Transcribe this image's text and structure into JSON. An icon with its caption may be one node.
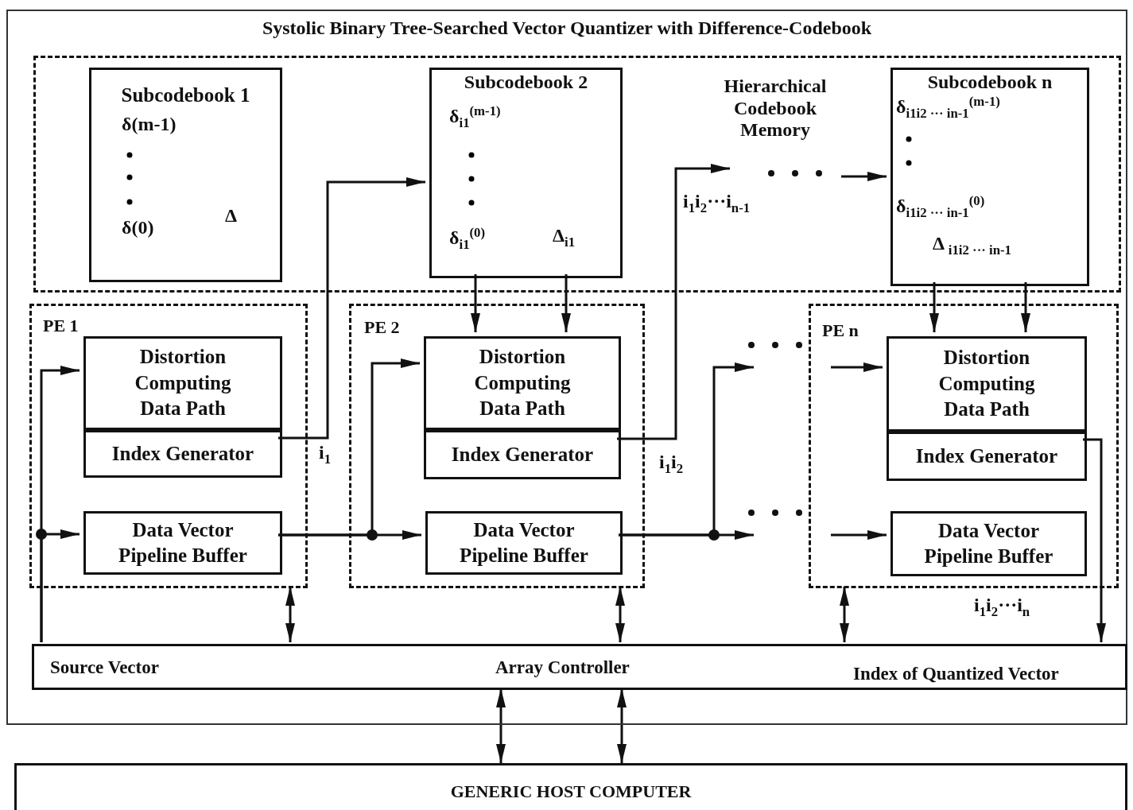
{
  "diagram": {
    "nodes": [
      {
        "text": [
          "Systolic Binary Tree-Searched Vector Quantizer with Difference-Codebook"
        ]
      },
      {
        "text": [
          "Hierarchical Codebook Memory"
        ],
        "in": 0
      },
      {
        "text": [
          "Subcodebook 1",
          "δ(m-1)",
          "δ(0)",
          "Δ"
        ],
        "in": 1
      },
      {
        "text": [
          "Subcodebook 2",
          "δ$_{i1}$$^{(m-1)}$",
          "δ$_{i1}$$^{(0)}$",
          "Δ$_{i1}$"
        ],
        "in": 1
      },
      {
        "text": [
          "Subcodebook n",
          "δ$_{i1i2 ··· in-1}$$^{(m-1)}$",
          "δ$_{i1i2 ··· in-1}$$^{(0)}$",
          "Δ $_{i1i2 ··· in-1}$"
        ],
        "in": 1
      },
      {
        "text": [
          "PE 1"
        ],
        "in": 0
      },
      {
        "text": [
          "Distortion Computing Data Path"
        ],
        "in": 5
      },
      {
        "text": [
          "Index Generator"
        ],
        "in": 5
      },
      {
        "text": [
          "Data Vector Pipeline Buffer"
        ],
        "in": 5
      },
      {
        "text": [
          "PE 2"
        ],
        "in": 0
      },
      {
        "text": [
          "Distortion Computing Data Path"
        ],
        "in": 9
      },
      {
        "text": [
          "Index Generator"
        ],
        "in": 9
      },
      {
        "text": [
          "Data Vector Pipeline Buffer"
        ],
        "in": 9
      },
      {
        "text": [
          "PE n"
        ],
        "in": 0
      },
      {
        "text": [
          "Distortion Computing Data Path"
        ],
        "in": 13
      },
      {
        "text": [
          "Index Generator"
        ],
        "in": 13
      },
      {
        "text": [
          "Data Vector Pipeline Buffer"
        ],
        "in": 13
      },
      {
        "text": [
          "Source Vector",
          "Array Controller",
          "Index of Quantized Vector"
        ],
        "in": 0
      },
      {
        "text": [
          "GENERIC HOST COMPUTER"
        ]
      }
    ],
    "edges": [
      {
        "from": 17,
        "to": 6,
        "arrow": "to"
      },
      {
        "from": 17,
        "to": 8,
        "arrow": "to"
      },
      {
        "from": 7,
        "to": 3,
        "arrow": "to",
        "label": "i$_{1}$"
      },
      {
        "from": 8,
        "to": 10,
        "arrow": "to"
      },
      {
        "from": 8,
        "to": 12,
        "arrow": "to"
      },
      {
        "from": 3,
        "to": 10,
        "arrow": "to"
      },
      {
        "from": 3,
        "to": 10,
        "arrow": "to"
      },
      {
        "from": 11,
        "to": null,
        "arrow": "to",
        "label": "i$_{1}$i$_{2}$"
      },
      {
        "from": null,
        "to": 4,
        "arrow": "to"
      },
      {
        "from": 12,
        "to": null,
        "arrow": "to"
      },
      {
        "from": 12,
        "to": null,
        "arrow": "to"
      },
      {
        "from": null,
        "to": 14,
        "arrow": "to"
      },
      {
        "from": null,
        "to": 16,
        "arrow": "to"
      },
      {
        "from": 4,
        "to": 14,
        "arrow": "to"
      },
      {
        "from": 4,
        "to": 14,
        "arrow": "to"
      },
      {
        "from": 15,
        "to": 17,
        "arrow": "to",
        "label": "i$_{1}$i$_{2}$···i$_{n}$"
      },
      {
        "from": 5,
        "to": 17,
        "arrow": "both"
      },
      {
        "from": 9,
        "to": 17,
        "arrow": "both"
      },
      {
        "from": 13,
        "to": 17,
        "arrow": "both"
      },
      {
        "from": 17,
        "to": 18,
        "arrow": "both"
      },
      {
        "from": 17,
        "to": 18,
        "arrow": "both"
      }
    ],
    "labels": [
      "i$_{1}$i$_{2}$···i$_{n-1}$"
    ]
  }
}
